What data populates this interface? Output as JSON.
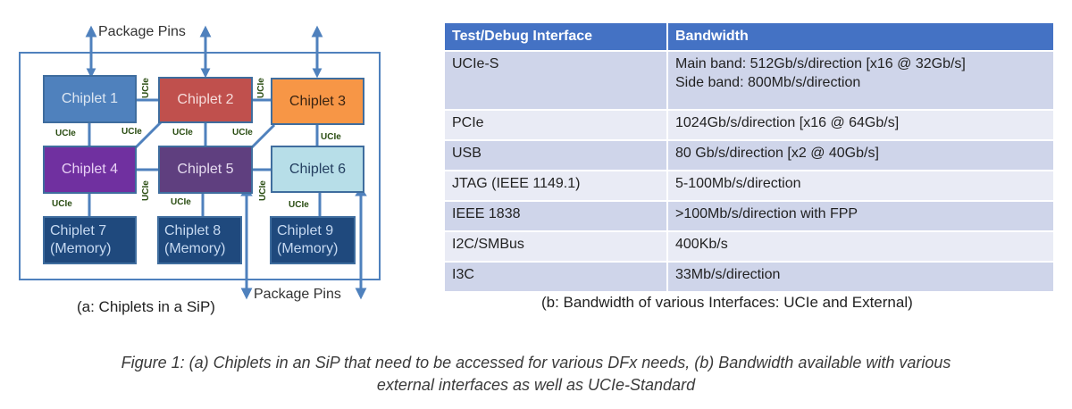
{
  "diagram": {
    "package_pins_top": "Package Pins",
    "package_pins_bottom": "Package Pins",
    "subcaption": "(a: Chiplets in a SiP)",
    "link_label": "UCIe",
    "chiplets": [
      {
        "id": 1,
        "label": "Chiplet 1",
        "color": "#4f81bd",
        "text_color": "#dce6f2"
      },
      {
        "id": 2,
        "label": "Chiplet 2",
        "color": "#c0504d",
        "text_color": "#f6dcdb"
      },
      {
        "id": 3,
        "label": "Chiplet 3",
        "color": "#f79646",
        "text_color": "#3a2412"
      },
      {
        "id": 4,
        "label": "Chiplet 4",
        "color": "#7030a0",
        "text_color": "#e8d1f5"
      },
      {
        "id": 5,
        "label": "Chiplet 5",
        "color": "#5f3f7f",
        "text_color": "#e6dcf0"
      },
      {
        "id": 6,
        "label": "Chiplet 6",
        "color": "#b7dee8",
        "text_color": "#243f60"
      },
      {
        "id": 7,
        "label": "Chiplet 7\n(Memory)",
        "color": "#1f497d",
        "text_color": "#c6d9f1"
      },
      {
        "id": 8,
        "label": "Chiplet 8\n(Memory)",
        "color": "#1f497d",
        "text_color": "#c6d9f1"
      },
      {
        "id": 9,
        "label": "Chiplet 9\n(Memory)",
        "color": "#1f497d",
        "text_color": "#c6d9f1"
      }
    ],
    "colors": {
      "substrate": "#9bbb59",
      "border": "#4f81bd",
      "link": "#4f81bd"
    }
  },
  "table": {
    "headers": [
      "Test/Debug Interface",
      "Bandwidth"
    ],
    "rows": [
      {
        "interface": "UCIe-S",
        "bandwidth": "Main band: 512Gb/s/direction [x16 @ 32Gb/s]",
        "bandwidth2": "Side band: 800Mb/s/direction"
      },
      {
        "interface": "PCIe",
        "bandwidth": "1024Gb/s/direction [x16 @ 64Gb/s]"
      },
      {
        "interface": "USB",
        "bandwidth": "80 Gb/s/direction [x2 @ 40Gb/s]"
      },
      {
        "interface": "JTAG (IEEE 1149.1)",
        "bandwidth": "5-100Mb/s/direction"
      },
      {
        "interface": "IEEE 1838",
        "bandwidth": ">100Mb/s/direction with FPP"
      },
      {
        "interface": "I2C/SMBus",
        "bandwidth": "400Kb/s"
      },
      {
        "interface": "I3C",
        "bandwidth": "33Mb/s/direction"
      }
    ],
    "subcaption": "(b: Bandwidth of various Interfaces: UCIe and External)",
    "colors": {
      "header": "#4472c4",
      "row_odd": "#cfd5ea",
      "row_even": "#e9ebf5"
    }
  },
  "figure_caption": {
    "line1": "Figure 1: (a) Chiplets in an SiP that need to be accessed for various DFx needs, (b) Bandwidth available with various",
    "line2": "external interfaces as well as UCIe-Standard"
  }
}
